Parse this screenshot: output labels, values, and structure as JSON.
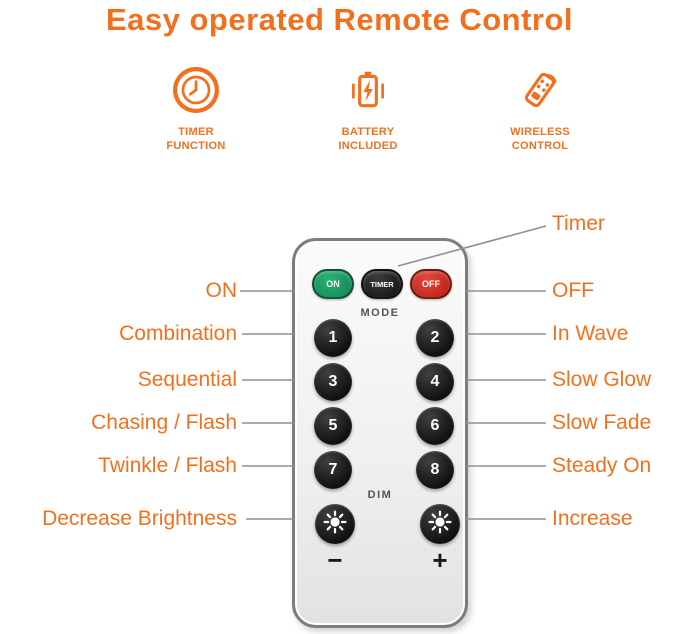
{
  "title": "Easy operated Remote Control",
  "features": [
    {
      "line1": "TIMER",
      "line2": "FUNCTION"
    },
    {
      "line1": "BATTERY",
      "line2": "INCLUDED"
    },
    {
      "line1": "WIRELESS",
      "line2": "CONTROL"
    }
  ],
  "remote": {
    "on_label": "ON",
    "timer_label": "TIMER",
    "off_label": "OFF",
    "mode_label": "MODE",
    "buttons": [
      "1",
      "2",
      "3",
      "4",
      "5",
      "6",
      "7",
      "8"
    ],
    "dim_label": "DIM",
    "decrease_symbol": "−",
    "increase_symbol": "+"
  },
  "callouts": {
    "left": [
      "ON",
      "Combination",
      "Sequential",
      "Chasing / Flash",
      "Twinkle / Flash",
      "Decrease Brightness"
    ],
    "right": [
      "Timer",
      "OFF",
      "In Wave",
      "Slow Glow",
      "Slow Fade",
      "Steady On",
      "Increase"
    ]
  },
  "colors": {
    "accent_orange": "#F2701D",
    "button_green": "#1E9E63",
    "button_red": "#C8271A",
    "button_black": "#141414",
    "line_gray": "#909090"
  }
}
